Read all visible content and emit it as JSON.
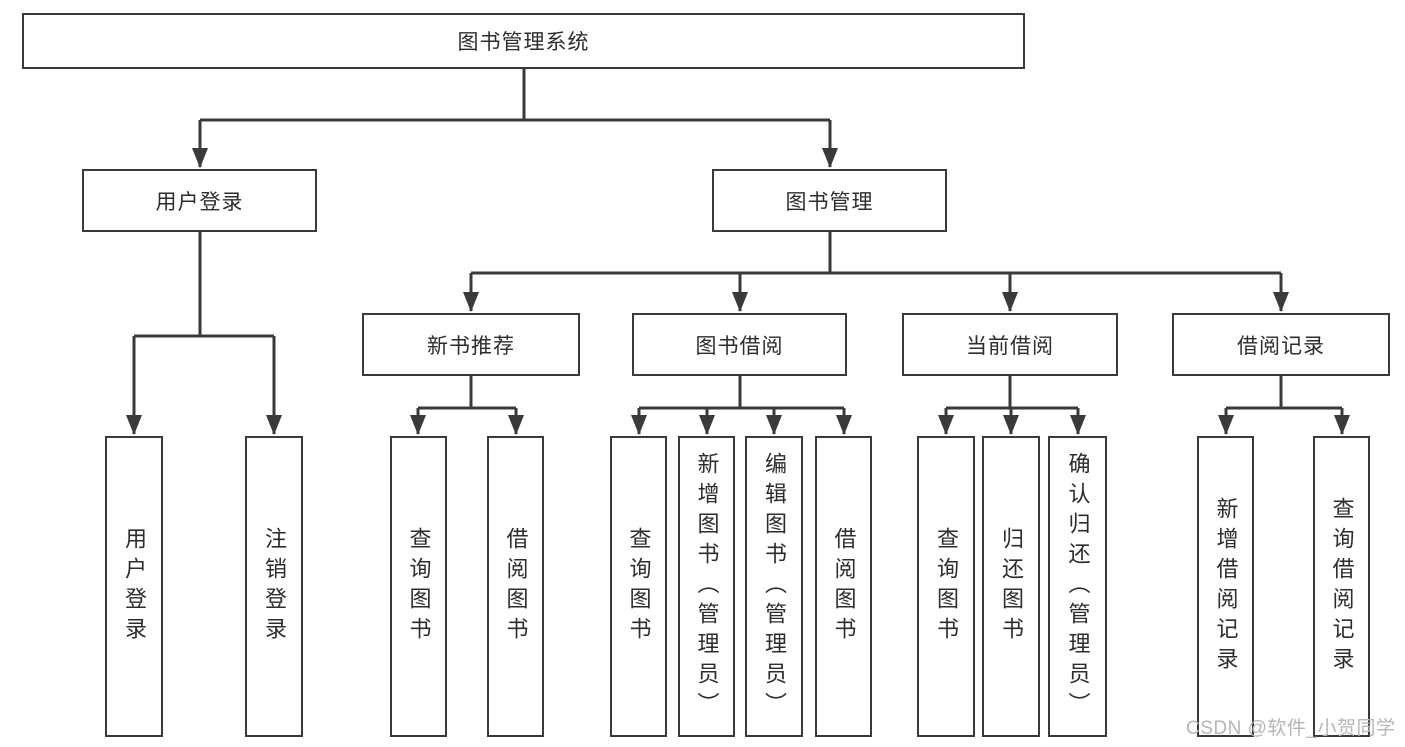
{
  "diagram": {
    "root": {
      "label": "图书管理系统"
    },
    "level2": [
      {
        "label": "用户登录"
      },
      {
        "label": "图书管理"
      }
    ],
    "level3": [
      {
        "label": "新书推荐"
      },
      {
        "label": "图书借阅"
      },
      {
        "label": "当前借阅"
      },
      {
        "label": "借阅记录"
      }
    ],
    "leaves": {
      "user_login": [
        {
          "label": "用户登录"
        },
        {
          "label": "注销登录"
        }
      ],
      "new_book_recommend": [
        {
          "label": "查询图书"
        },
        {
          "label": "借阅图书"
        }
      ],
      "book_borrow": [
        {
          "label": "查询图书"
        },
        {
          "label": "新增图书（管理员）"
        },
        {
          "label": "编辑图书（管理员）"
        },
        {
          "label": "借阅图书"
        }
      ],
      "current_borrow": [
        {
          "label": "查询图书"
        },
        {
          "label": "归还图书"
        },
        {
          "label": "确认归还（管理员）"
        }
      ],
      "borrow_records": [
        {
          "label": "新增借阅记录"
        },
        {
          "label": "查询借阅记录"
        }
      ]
    }
  },
  "watermark": {
    "text": "CSDN @软件_小贺同学"
  },
  "colors": {
    "line": "#3a3a3a",
    "text": "#2d2d2d",
    "watermark": "#b6b6b6",
    "background": "#ffffff"
  }
}
